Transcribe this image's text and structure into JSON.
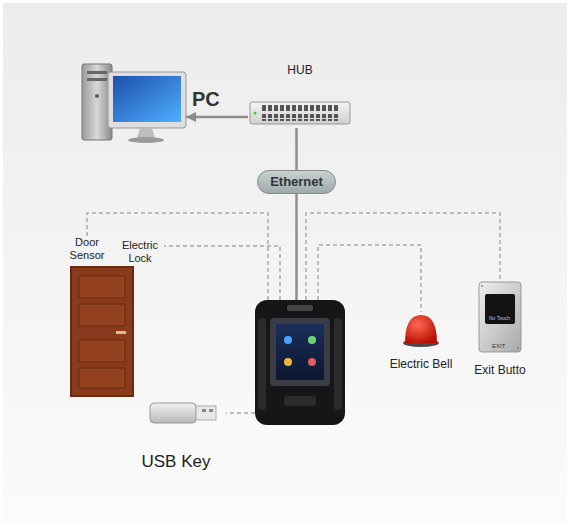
{
  "diagram": {
    "nodes": [
      {
        "text": [
          "PC"
        ]
      },
      {
        "text": [
          "HUB"
        ]
      },
      {
        "text": [
          "Ethernet"
        ]
      },
      {
        "text": [
          "Door Sensor"
        ]
      },
      {
        "text": [
          "Electric Lock"
        ]
      },
      {
        "text": []
      },
      {
        "text": [
          "Electric Bell"
        ]
      },
      {
        "text": [
          "Exit Butto"
        ]
      },
      {
        "text": [
          "USB Key"
        ]
      }
    ],
    "edges": [
      {
        "from": 1,
        "to": 0,
        "arrow": "to"
      },
      {
        "from": 1,
        "to": 2,
        "arrow": "none"
      },
      {
        "from": 2,
        "to": 5,
        "arrow": "none"
      },
      {
        "from": 5,
        "to": 3,
        "arrow": "none"
      },
      {
        "from": 5,
        "to": 4,
        "arrow": "none"
      },
      {
        "from": 5,
        "to": 6,
        "arrow": "none"
      },
      {
        "from": 5,
        "to": 7,
        "arrow": "none"
      },
      {
        "from": 5,
        "to": 8,
        "arrow": "none"
      }
    ],
    "labels": [
      "No Touch",
      "EXIT"
    ]
  }
}
